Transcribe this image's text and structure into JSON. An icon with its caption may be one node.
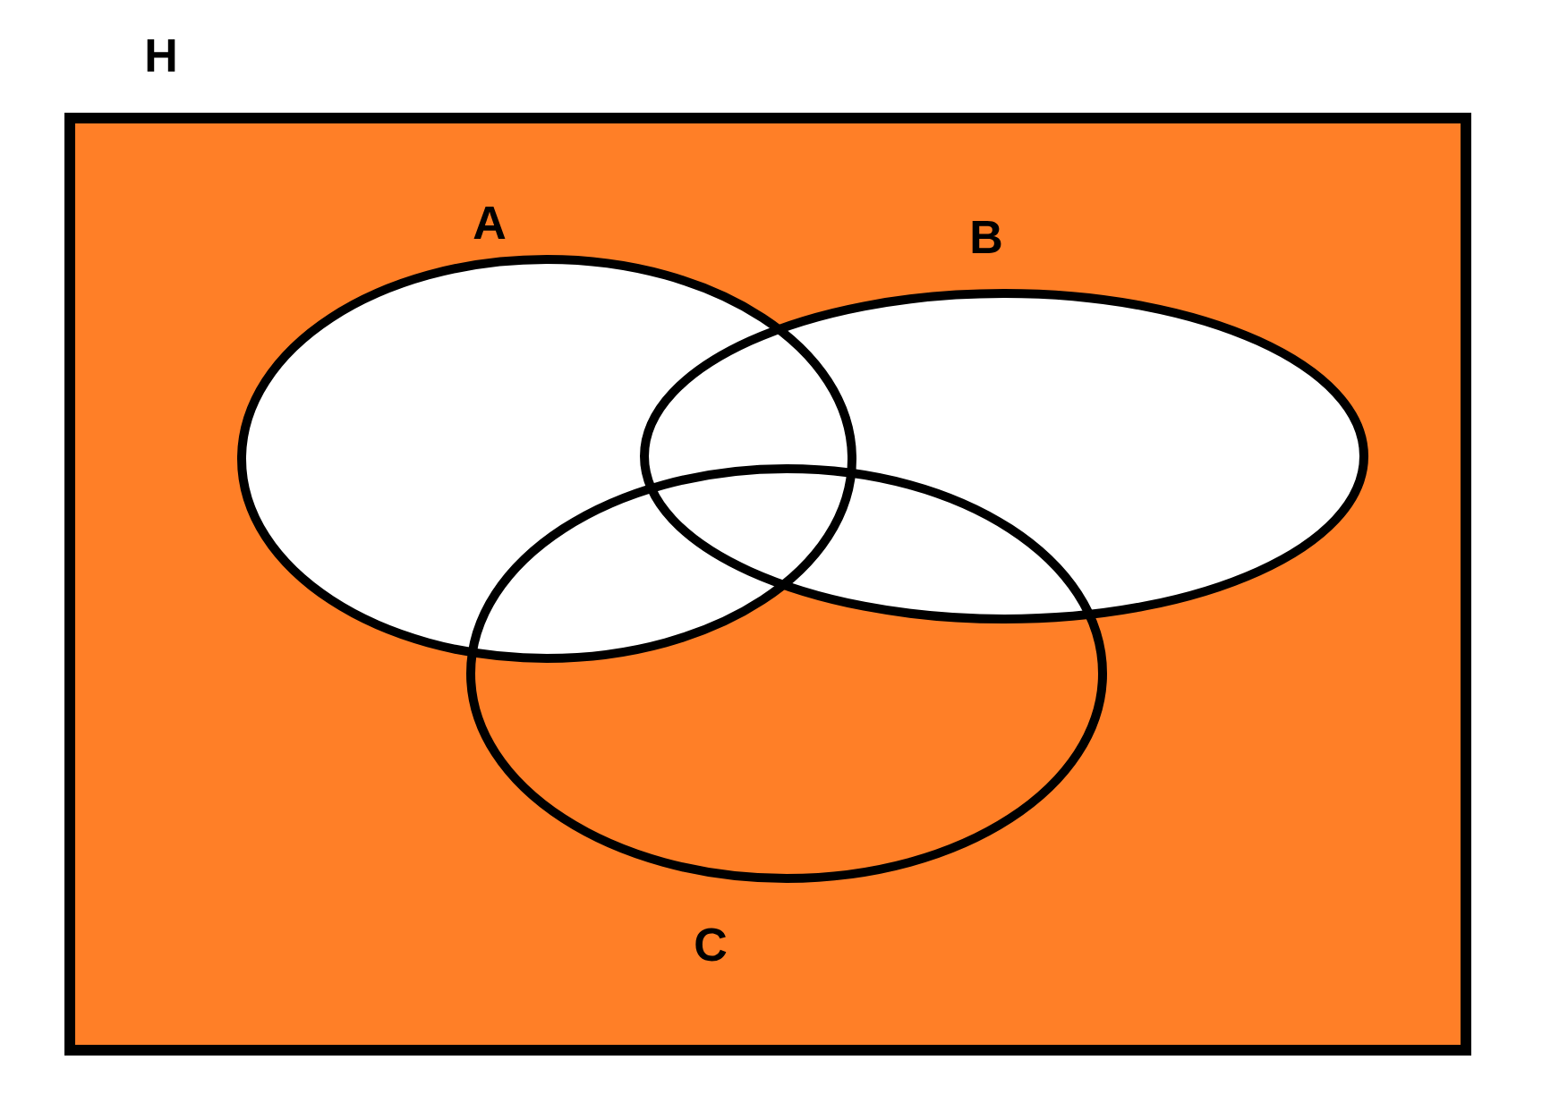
{
  "diagram": {
    "nodes": [
      {
        "text": [
          "H"
        ]
      },
      {
        "text": [
          "A"
        ],
        "in": 0
      },
      {
        "text": [
          "B"
        ],
        "in": 0
      },
      {
        "text": [
          "C"
        ],
        "in": 0
      }
    ]
  }
}
